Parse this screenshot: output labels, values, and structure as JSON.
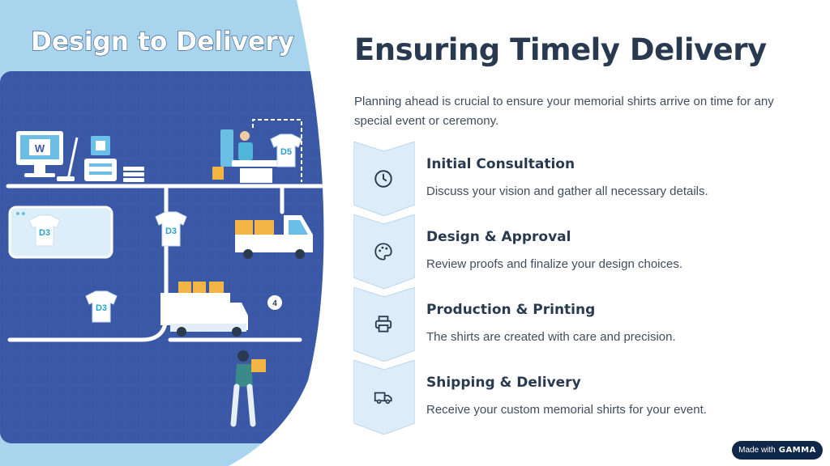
{
  "illustration": {
    "heading": "Design to Delivery",
    "shirt_labels": [
      "D5",
      "D3",
      "D3",
      "D3"
    ],
    "monitor_label": "W",
    "bubble_number": "4"
  },
  "main": {
    "title": "Ensuring Timely Delivery",
    "intro": "Planning ahead is crucial to ensure your memorial shirts arrive on time for any special event or ceremony."
  },
  "steps": [
    {
      "title": "Initial Consultation",
      "description": "Discuss your vision and gather all necessary details.",
      "icon": "clock-icon"
    },
    {
      "title": "Design & Approval",
      "description": "Review proofs and finalize your design choices.",
      "icon": "palette-icon"
    },
    {
      "title": "Production & Printing",
      "description": "The shirts are created with care and precision.",
      "icon": "printer-icon"
    },
    {
      "title": "Shipping & Delivery",
      "description": "Receive your custom memorial shirts for your event.",
      "icon": "truck-icon"
    }
  ],
  "badge": {
    "prefix": "Made with",
    "brand": "GAMMA"
  },
  "colors": {
    "panel_light": "#a9d4ee",
    "panel_dark": "#3a58a6",
    "chevron_fill": "#dcecf8",
    "title_text": "#293a50",
    "badge_bg": "#0f2748"
  }
}
